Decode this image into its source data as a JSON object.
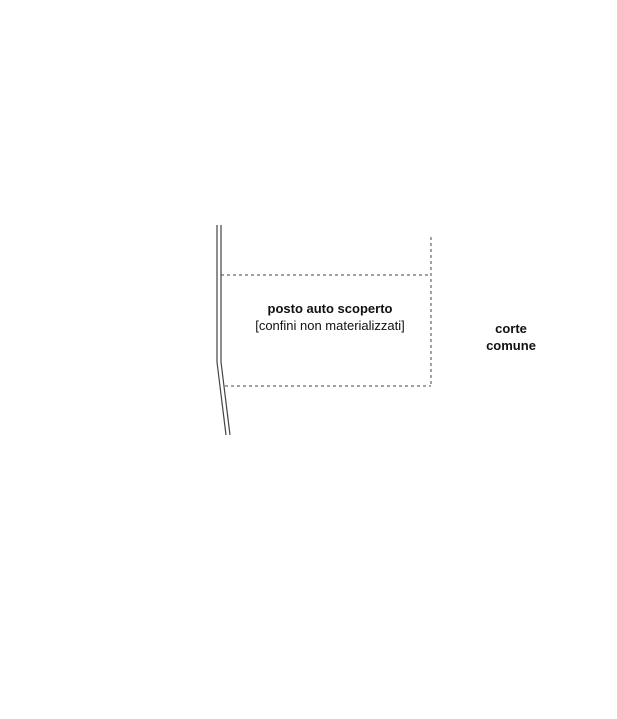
{
  "parking_area": {
    "title": "posto auto scoperto",
    "note": "[confini non materializzati]"
  },
  "common_court": {
    "line1": "corte",
    "line2": "comune"
  },
  "colors": {
    "line": "#444444",
    "text": "#111111",
    "background": "#ffffff"
  }
}
